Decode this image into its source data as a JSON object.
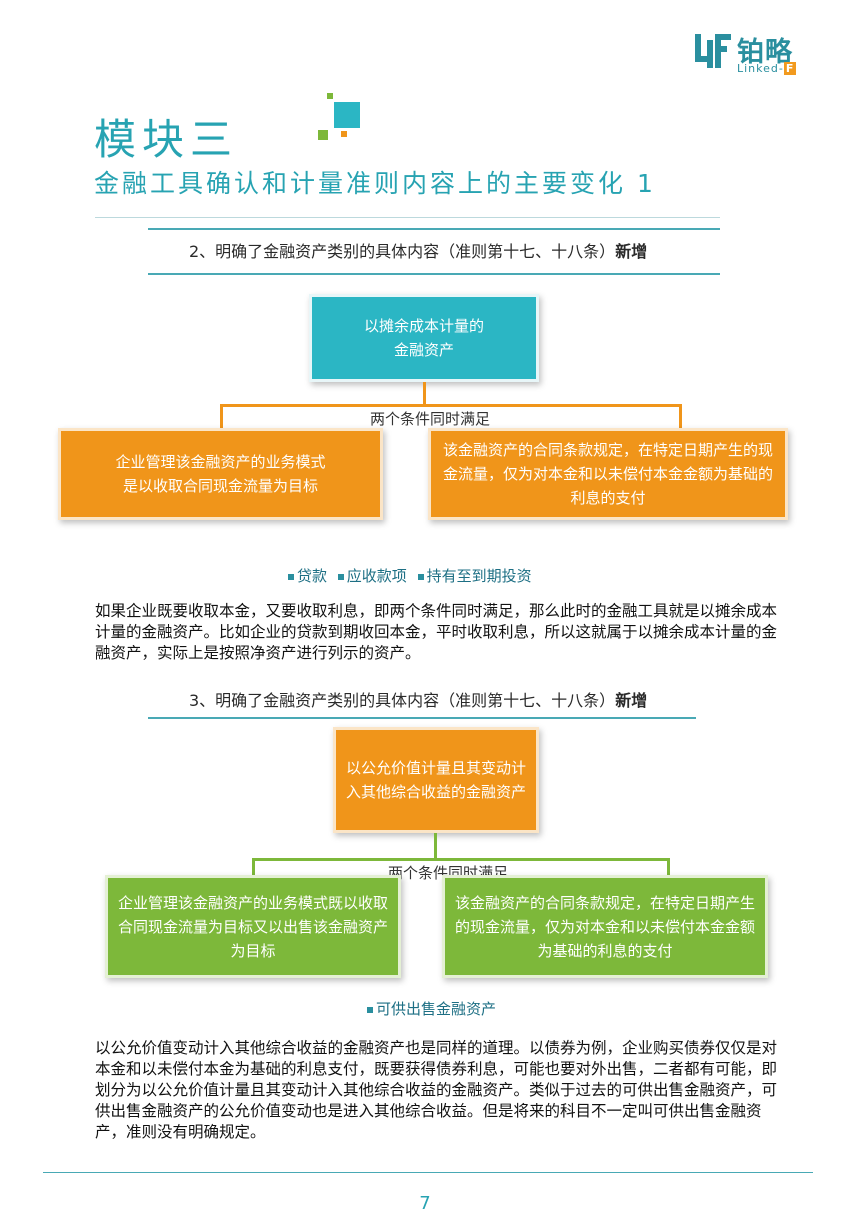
{
  "logo": {
    "name_cn": "铂略",
    "name_en_prefix": "Linked-",
    "name_en_suffix": "F"
  },
  "module_title": "模块三",
  "page_heading": "金融工具确认和计量准则内容上的主要变化 1",
  "section1": {
    "title": "2、明确了金融资产类别的具体内容（准则第十七、十八条）",
    "title_new": "新增",
    "top_box": "以摊余成本计量的\n金融资产",
    "condition_label": "两个条件同时满足",
    "left_box": "企业管理该金融资产的业务模式\n是以收取合同现金流量为目标",
    "right_box": "该金融资产的合同条款规定，在特定日期产生的现金流量，仅为对本金和以未偿付本金金额为基础的利息的支付",
    "tags": [
      "贷款",
      "应收款项",
      "持有至到期投资"
    ],
    "paragraph": "如果企业既要收取本金，又要收取利息，即两个条件同时满足，那么此时的金融工具就是以摊余成本计量的金融资产。比如企业的贷款到期收回本金，平时收取利息，所以这就属于以摊余成本计量的金融资产，实际上是按照净资产进行列示的资产。"
  },
  "section2": {
    "title": "3、明确了金融资产类别的具体内容（准则第十七、十八条）",
    "title_new": "新增",
    "top_box": "以公允价值计量且其变动计入其他综合收益的金融资产",
    "condition_label": "两个条件同时满足",
    "left_box": "企业管理该金融资产的业务模式既以收取合同现金流量为目标又以出售该金融资产为目标",
    "right_box": "该金融资产的合同条款规定，在特定日期产生的现金流量，仅为对本金和以未偿付本金金额为基础的利息的支付",
    "tags": [
      "可供出售金融资产"
    ],
    "paragraph": "以公允价值变动计入其他综合收益的金融资产也是同样的道理。以债券为例，企业购买债券仅仅是对本金和以未偿付本金为基础的利息支付，既要获得债券利息，可能也要对外出售，二者都有可能，即划分为以公允价值计量且其变动计入其他综合收益的金融资产。类似于过去的可供出售金融资产，可供出售金融资产的公允价值变动也是进入其他综合收益。但是将来的科目不一定叫可供出售金融资产，准则没有明确规定。"
  },
  "page_number": "7",
  "colors": {
    "teal": "#2bb6c4",
    "orange": "#f0951a",
    "green": "#7db83a",
    "heading": "#27a3b2"
  }
}
